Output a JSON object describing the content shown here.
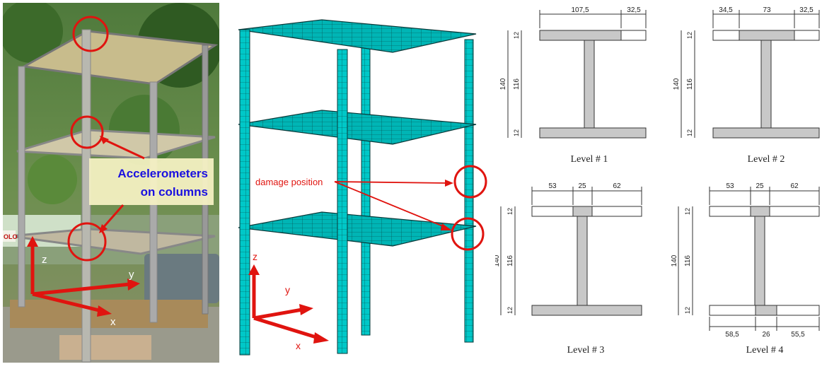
{
  "photo": {
    "callout_line1": "Accelerometers",
    "callout_line2": "on columns",
    "axis_z": "z",
    "axis_y": "y",
    "axis_x": "x",
    "sign_text": "OLO",
    "callout_color": "#1a10e0",
    "marker_color": "#e0140f"
  },
  "fem": {
    "damage_label": "damage position",
    "axis_z": "z",
    "axis_y": "y",
    "axis_x": "x",
    "mesh_color": "#00c8c8"
  },
  "sections": [
    {
      "caption": "Level # 1",
      "top_dims": [
        "107,5",
        "32,5"
      ],
      "left_dims": [
        "140",
        "116",
        "12",
        "12"
      ]
    },
    {
      "caption": "Level # 2",
      "top_dims": [
        "34,5",
        "73",
        "32,5"
      ],
      "left_dims": [
        "140",
        "116",
        "12",
        "12"
      ]
    },
    {
      "caption": "Level # 3",
      "top_dims": [
        "53",
        "25",
        "62"
      ],
      "left_dims": [
        "140",
        "116",
        "12",
        "12"
      ]
    },
    {
      "caption": "Level # 4",
      "top_dims": [
        "53",
        "25",
        "62"
      ],
      "bottom_dims": [
        "58,5",
        "26",
        "55,5"
      ],
      "left_dims": [
        "140",
        "116",
        "12",
        "12"
      ]
    }
  ]
}
